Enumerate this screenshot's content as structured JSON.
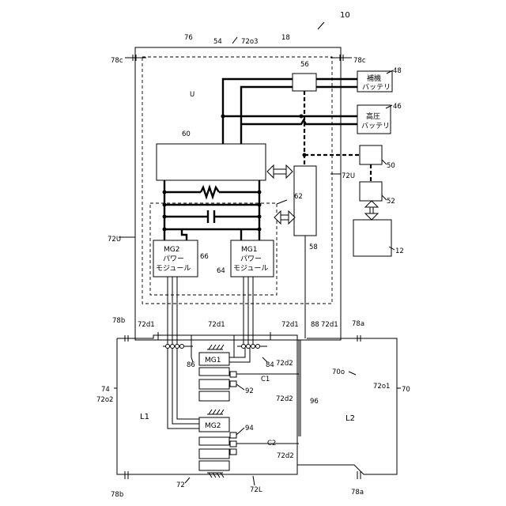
{
  "labels": {
    "fig_ref": "10",
    "ref_18": "18",
    "ref_54": "54",
    "ref_72o3": "72o3",
    "ref_76": "76",
    "ref_78c_left": "78c",
    "ref_78c_right": "78c",
    "ref_U": "U",
    "ref_56": "56",
    "ref_48": "48",
    "ref_46": "46",
    "ref_60": "60",
    "ref_50": "50",
    "ref_52": "52",
    "ref_62": "62",
    "ref_12": "12",
    "ref_72U_left": "72U",
    "ref_72U_right": "72U",
    "ref_66": "66",
    "ref_64": "64",
    "ref_58": "58",
    "ref_78b_top": "78b",
    "ref_72d1_a": "72d1",
    "ref_72d1_b": "72d1",
    "ref_72d1_c": "72d1",
    "ref_88": "88",
    "ref_72d1_d": "72d1",
    "ref_78a_top": "78a",
    "ref_86": "86",
    "ref_84": "84",
    "ref_72d2_a": "72d2",
    "ref_C1": "C1",
    "ref_70o": "70o",
    "ref_72o1": "72o1",
    "ref_70": "70",
    "ref_74": "74",
    "ref_72o2": "72o2",
    "ref_92": "92",
    "ref_72d2_b": "72d2",
    "ref_96": "96",
    "ref_L1": "L1",
    "ref_L2": "L2",
    "ref_94": "94",
    "ref_C2": "C2",
    "ref_72d2_c": "72d2",
    "ref_78b_bottom": "78b",
    "ref_72": "72",
    "ref_72L": "72L",
    "ref_78a_bottom": "78a"
  },
  "blocks": {
    "aux_battery": [
      "補機",
      "バッテリ"
    ],
    "hv_battery": [
      "高圧",
      "バッテリ"
    ],
    "mg2_module": [
      "MG2",
      "パワー",
      "モジュール"
    ],
    "mg1_module": [
      "MG1",
      "パワー",
      "モジュール"
    ],
    "mg1": "MG1",
    "mg2": "MG2"
  },
  "icons": {
    "resistor": "resistor-symbol",
    "capacitor": "capacitor-symbol",
    "arrow": "double-headed-arrow",
    "ground": "hatched-ground-symbol"
  }
}
